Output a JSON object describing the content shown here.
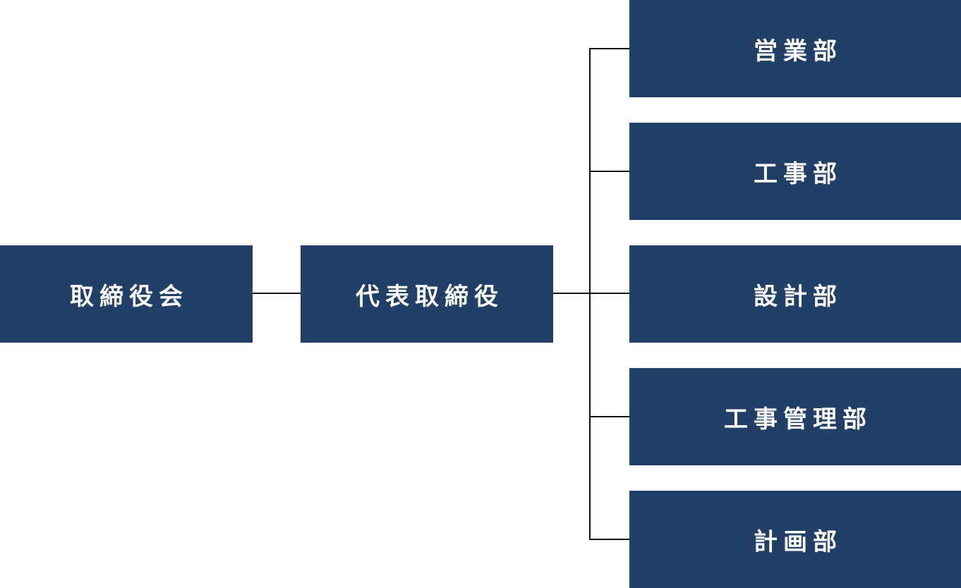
{
  "org_chart": {
    "board": "取締役会",
    "president": "代表取締役",
    "departments": [
      "営業部",
      "工事部",
      "設計部",
      "工事管理部",
      "計画部"
    ]
  },
  "colors": {
    "box_fill": "#223f68",
    "box_text": "#ffffff",
    "connector": "#111111"
  }
}
